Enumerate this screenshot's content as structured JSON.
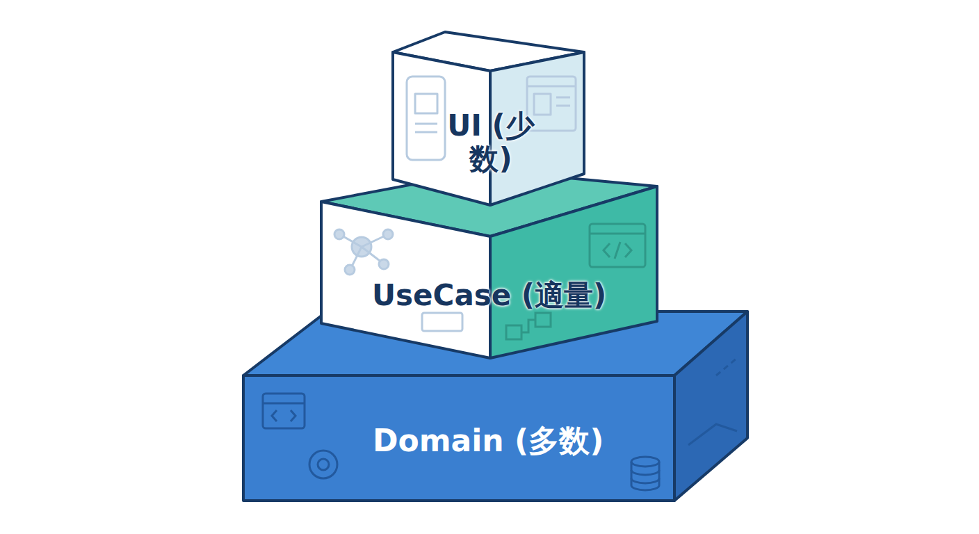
{
  "diagram": {
    "nodes": [
      {
        "text": [
          "UI (少数)"
        ]
      },
      {
        "text": [
          "UseCase (適量)"
        ]
      },
      {
        "text": [
          "Domain (多数)"
        ]
      }
    ]
  }
}
